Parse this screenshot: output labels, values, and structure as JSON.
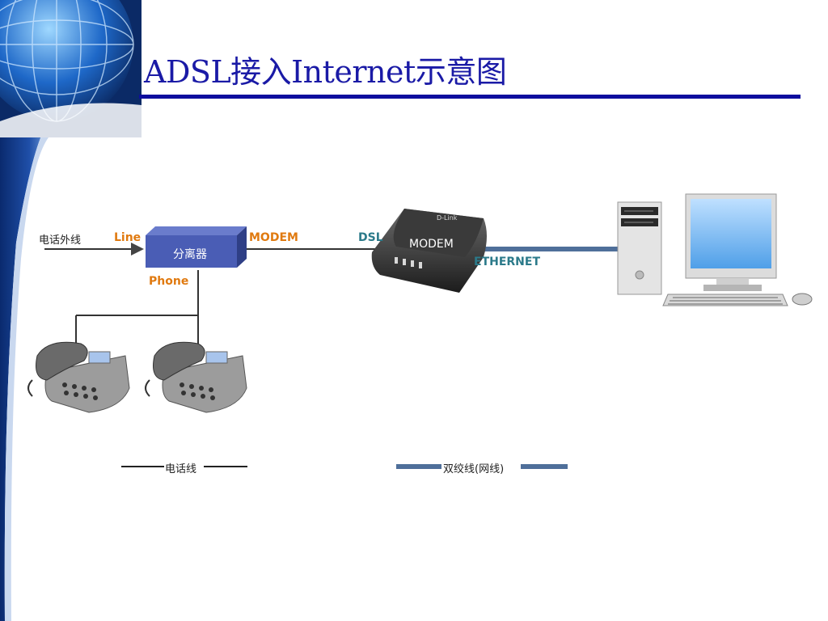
{
  "slide": {
    "title": "ADSL接入Internet示意图"
  },
  "diagram": {
    "outside_line_label": "电话外线",
    "splitter_label": "分离器",
    "port_line": "Line",
    "port_modem": "MODEM",
    "port_phone": "Phone",
    "port_dsl": "DSL",
    "modem_label": "MODEM",
    "port_ethernet": "ETHERNET"
  },
  "legend": {
    "phone_line": "电话线",
    "twisted_pair": "双绞线(网线)"
  },
  "colors": {
    "title": "#1a1aa6",
    "title_rule": "#0d0d9e",
    "port_orange": "#e07a10",
    "port_teal": "#2b7a8a",
    "splitter": "#4a5db5",
    "ethernet_cable": "#4f6f9a",
    "phone_wire": "#333333"
  },
  "icons": [
    "globe-icon",
    "splitter-box",
    "modem-icon",
    "telephone-icon",
    "pc-tower-icon",
    "monitor-icon",
    "keyboard-icon",
    "mouse-icon"
  ]
}
